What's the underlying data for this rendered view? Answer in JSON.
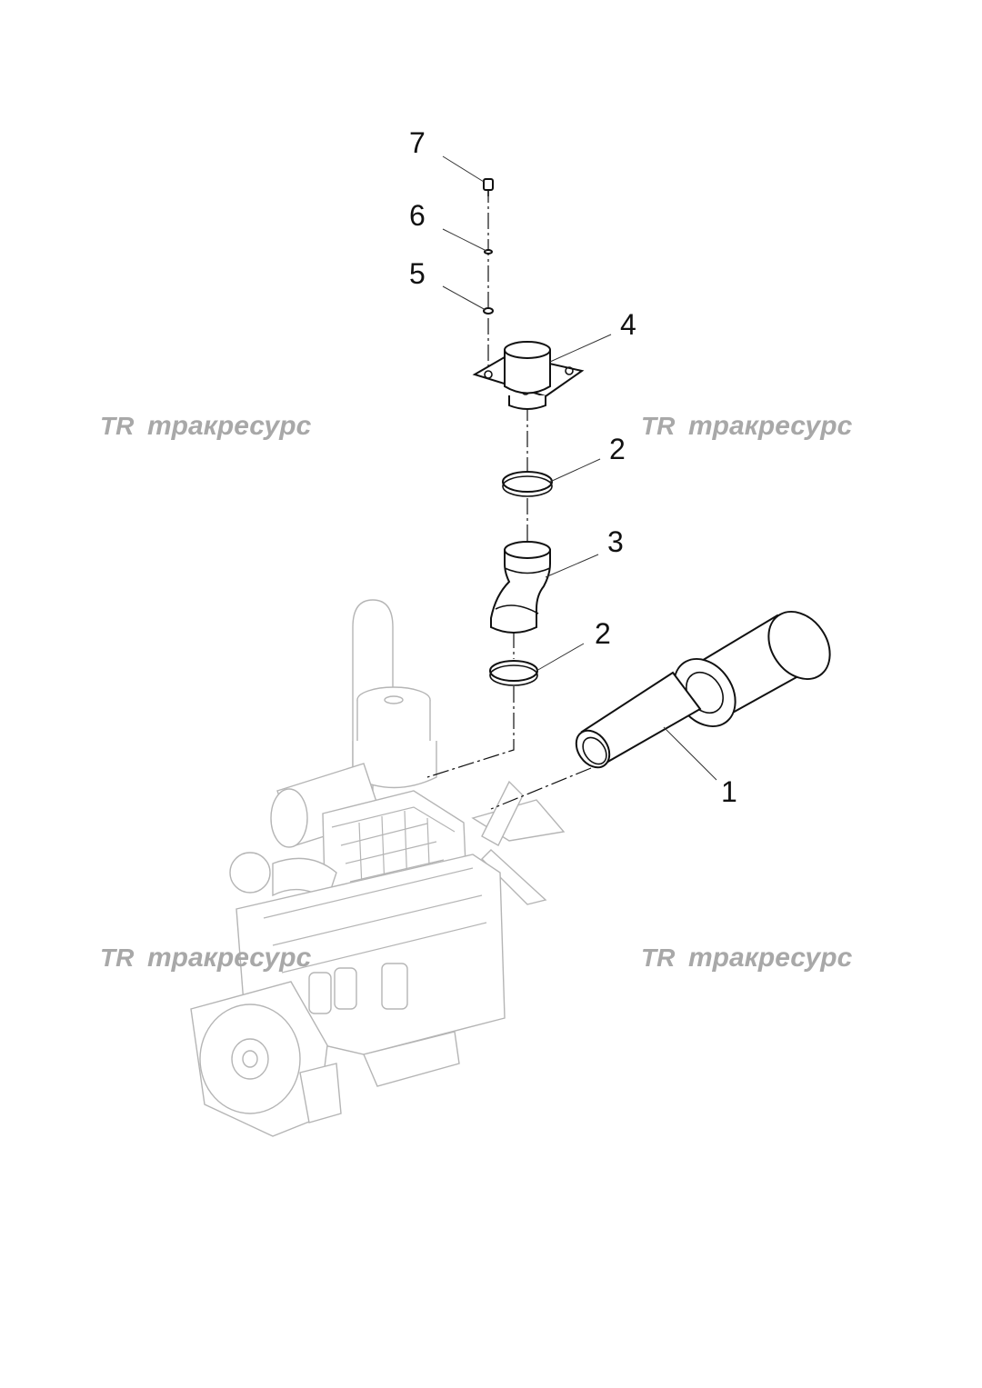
{
  "callouts": {
    "part_1": "1",
    "part_2_upper": "2",
    "part_2_lower": "2",
    "part_3": "3",
    "part_4": "4",
    "part_5": "5",
    "part_6": "6",
    "part_7": "7"
  },
  "watermark": {
    "logo": "TR",
    "brand": "тракресурс"
  },
  "colors": {
    "line": "#111111",
    "ghost": "#b5b5b5",
    "watermark": "#a8a8a8"
  }
}
